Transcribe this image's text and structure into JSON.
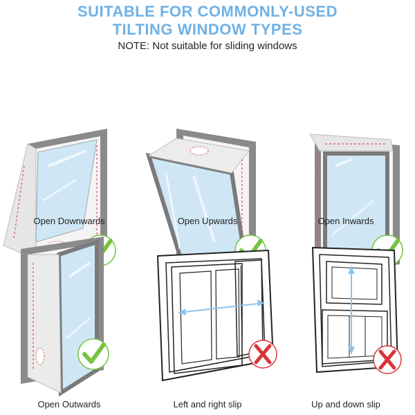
{
  "header": {
    "title_line1": "SUITABLE FOR COMMONLY-USED",
    "title_line2": "TILTING WINDOW TYPES",
    "note": "NOTE: Not suitable for sliding windows"
  },
  "colors": {
    "title": "#6fb1e6",
    "frame": "#8a8a8a",
    "glass": "#cfe6f5",
    "check": "#76c442",
    "cross": "#d9343a",
    "arrow": "#8fc3ea"
  },
  "windows": [
    {
      "caption": "Open Downwards",
      "suitable": true,
      "icon": "check-icon"
    },
    {
      "caption": "Open Upwards",
      "suitable": true,
      "icon": "check-icon"
    },
    {
      "caption": "Open Inwards",
      "suitable": true,
      "icon": "check-icon"
    },
    {
      "caption": "Open Outwards",
      "suitable": true,
      "icon": "check-icon"
    },
    {
      "caption": "Left and right slip",
      "suitable": false,
      "icon": "cross-icon"
    },
    {
      "caption": "Up and down slip",
      "suitable": false,
      "icon": "cross-icon"
    }
  ]
}
